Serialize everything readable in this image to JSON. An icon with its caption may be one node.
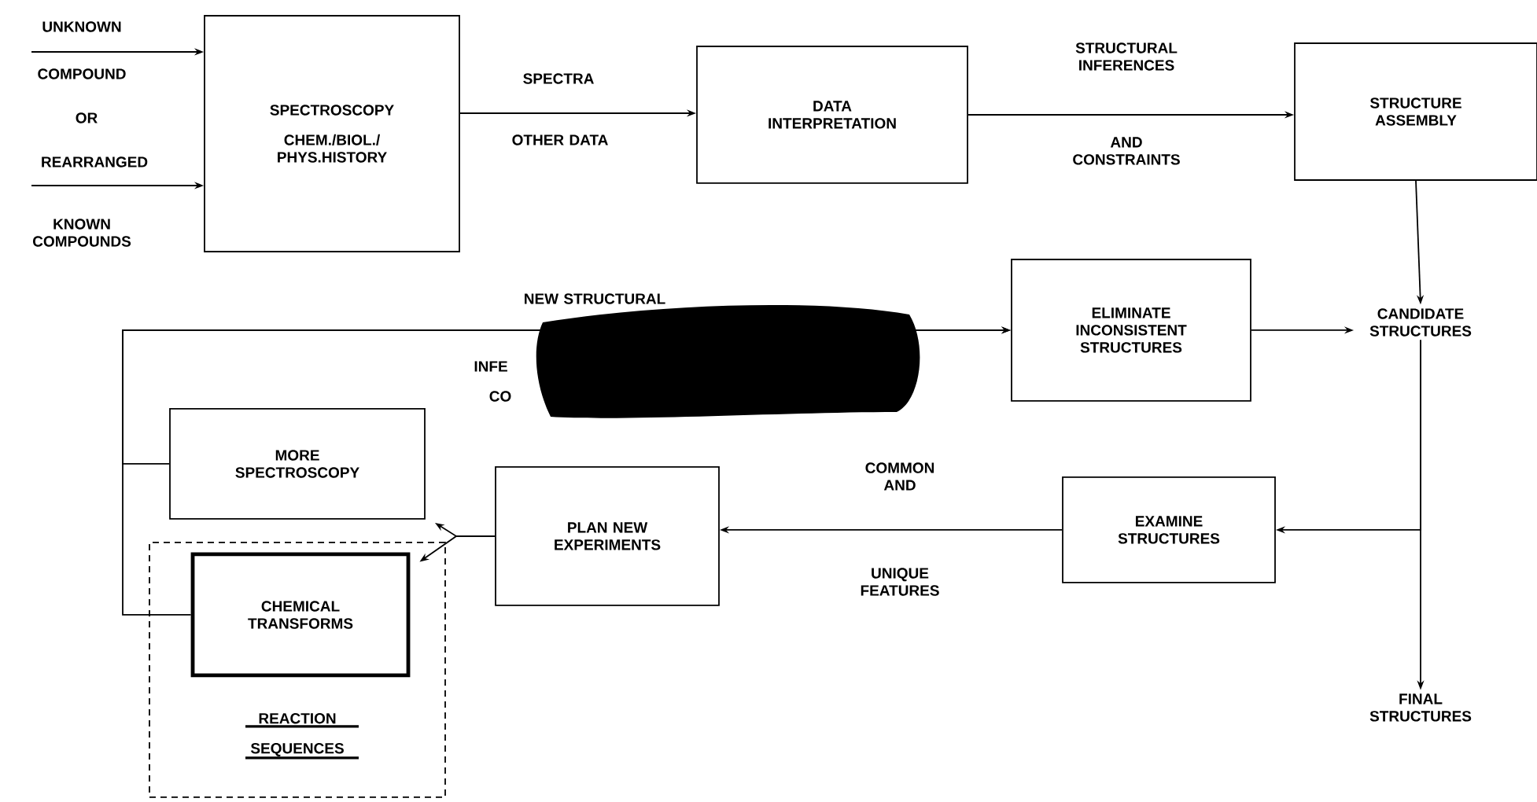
{
  "diagram": {
    "nodes": [
      {
        "text": [
          "SPECTROSCOPY",
          "CHEM./BIOL./ PHYS.HISTORY"
        ]
      },
      {
        "text": [
          "DATA INTERPRETATION"
        ]
      },
      {
        "text": [
          "STRUCTURE ASSEMBLY"
        ]
      },
      {
        "text": [
          "CANDIDATE STRUCTURES"
        ]
      },
      {
        "text": [
          "ELIMINATE INCONSISTENT STRUCTURES"
        ]
      },
      {
        "text": [
          "EXAMINE STRUCTURES"
        ]
      },
      {
        "text": [
          "PLAN NEW EXPERIMENTS"
        ]
      },
      {
        "text": [
          "MORE SPECTROSCOPY"
        ]
      },
      {
        "text": [
          "REACTION SEQUENCES"
        ]
      },
      {
        "text": [
          "CHEMICAL TRANSFORMS"
        ],
        "in": 8
      },
      {
        "text": [
          "FINAL STRUCTURES"
        ]
      }
    ],
    "edges": [
      {
        "from": null,
        "to": 0,
        "arrow": "to"
      },
      {
        "from": null,
        "to": 0,
        "arrow": "to"
      },
      {
        "from": 0,
        "to": 1,
        "arrow": "to"
      },
      {
        "from": 1,
        "to": 2,
        "arrow": "to"
      },
      {
        "from": 2,
        "to": 3,
        "arrow": "to"
      },
      {
        "from": 4,
        "to": 3,
        "arrow": "to"
      },
      {
        "from": 3,
        "to": 10,
        "arrow": "to"
      },
      {
        "from": 3,
        "to": 5,
        "arrow": "to"
      },
      {
        "from": 5,
        "to": 6,
        "arrow": "to"
      },
      {
        "from": 6,
        "to": 7,
        "arrow": "to"
      },
      {
        "from": 6,
        "to": 9,
        "arrow": "to"
      },
      {
        "from": 7,
        "to": 4,
        "arrow": "to"
      },
      {
        "from": 9,
        "to": 4,
        "arrow": "to"
      }
    ],
    "labels": [
      "UNKNOWN",
      "COMPOUND",
      "OR",
      "REARRANGED",
      "KNOWN COMPOUNDS",
      "SPECTRA",
      "OTHER DATA",
      "STRUCTURAL INFERENCES",
      "AND CONSTRAINTS",
      "NEW STRUCTURAL",
      "INFE",
      "CO",
      "COMMON AND",
      "UNIQUE FEATURES"
    ]
  }
}
